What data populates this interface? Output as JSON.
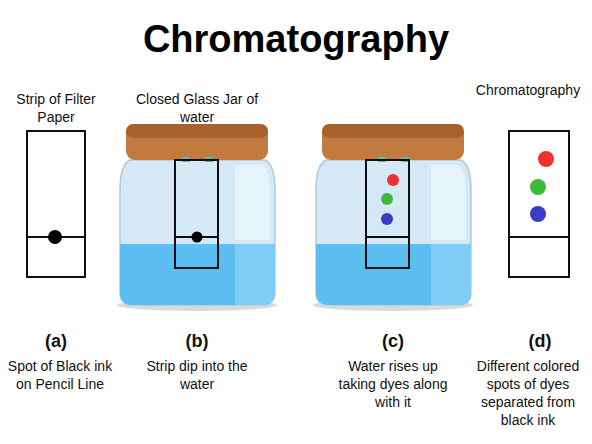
{
  "diagram": {
    "title": "Chromatography",
    "labels": [
      "Strip of Filter Paper",
      "Closed Glass Jar of water",
      "Chromatography",
      "(a)",
      "Spot of Black ink on Pencil Line",
      "(b)",
      "Strip dip into the water",
      "(c)",
      "Water rises up taking dyes along with it",
      "(d)",
      "Different colored spots of dyes separated from black ink"
    ]
  }
}
